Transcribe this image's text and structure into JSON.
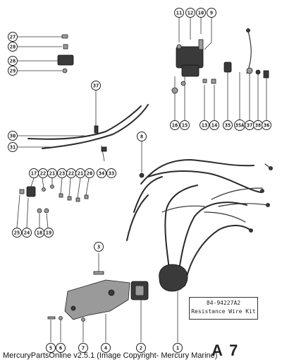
{
  "callouts": [
    {
      "label": "27"
    },
    {
      "label": "28"
    },
    {
      "label": "26"
    },
    {
      "label": "29"
    },
    {
      "label": "11"
    },
    {
      "label": "12"
    },
    {
      "label": "10"
    },
    {
      "label": "9"
    },
    {
      "label": "37"
    },
    {
      "label": "30"
    },
    {
      "label": "31"
    },
    {
      "label": "16"
    },
    {
      "label": "15"
    },
    {
      "label": "13"
    },
    {
      "label": "14"
    },
    {
      "label": "35"
    },
    {
      "label": "35A"
    },
    {
      "label": "37"
    },
    {
      "label": "38"
    },
    {
      "label": "36"
    },
    {
      "label": "8"
    },
    {
      "label": "34"
    },
    {
      "label": "33"
    },
    {
      "label": "17"
    },
    {
      "label": "22"
    },
    {
      "label": "21"
    },
    {
      "label": "23"
    },
    {
      "label": "22"
    },
    {
      "label": "21"
    },
    {
      "label": "20"
    },
    {
      "label": "25"
    },
    {
      "label": "24"
    },
    {
      "label": "18"
    },
    {
      "label": "19"
    },
    {
      "label": "3"
    },
    {
      "label": "5"
    },
    {
      "label": "6"
    },
    {
      "label": "7"
    },
    {
      "label": "4"
    },
    {
      "label": "2"
    },
    {
      "label": "1"
    }
  ],
  "kit_box": {
    "part_number": "84-94227A2",
    "name": "Resistance Wire Kit"
  },
  "footer_text": "MercuryPartsOnline v2.5.1 (Image Copyright- Mercury Marine)",
  "page_code": "A 7"
}
